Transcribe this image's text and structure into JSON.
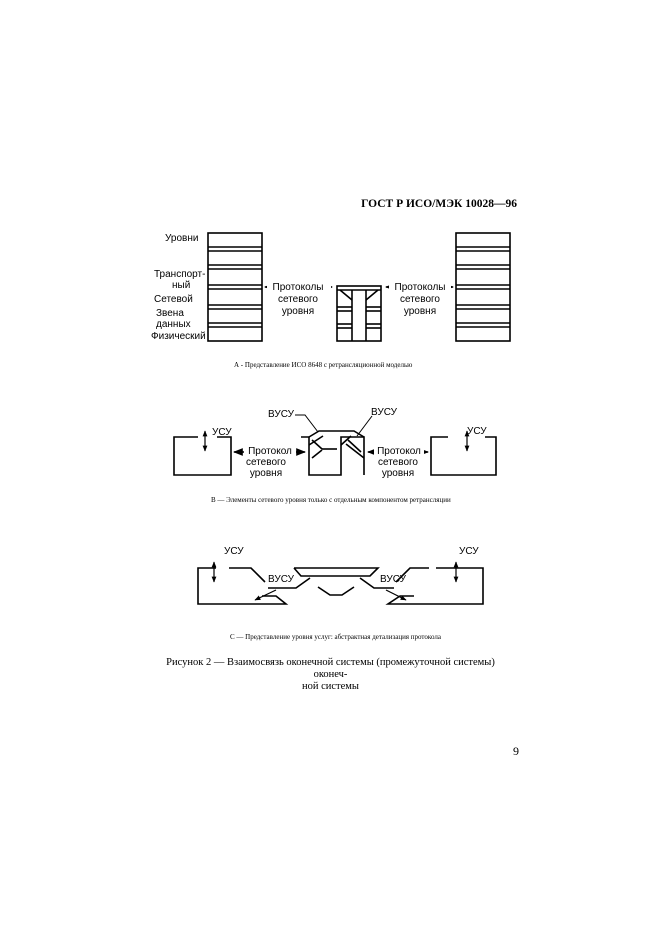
{
  "header": "ГОСТ Р ИСО/МЭК 10028—96",
  "page_number": "9",
  "diagram_a": {
    "levels_title": "Уровни",
    "layers": [
      "Транспорт-",
      "ный",
      "Сетевой",
      "Звена",
      "данных",
      "Физический"
    ],
    "protocols_left": [
      "Протоколы",
      "сетевого",
      "уровня"
    ],
    "protocols_right": [
      "Протоколы",
      "сетевого",
      "уровня"
    ],
    "caption": "А - Представление ИСО 8648 с ретрансляционной моделью"
  },
  "diagram_b": {
    "usu_left": "УСУ",
    "usu_right": "УСУ",
    "vusu_left": "ВУСУ",
    "vusu_right": "ВУСУ",
    "protocol_left": [
      "Протокол",
      "сетевого",
      "уровня"
    ],
    "protocol_right": [
      "Протокол",
      "сетевого",
      "уровня"
    ],
    "caption": "В — Элементы сетевого уровня только с отдельным компонентом ретрансляции"
  },
  "diagram_c": {
    "usu_left": "УСУ",
    "usu_right": "УСУ",
    "vusu_left": "ВУСУ",
    "vusu_right": "ВУСУ",
    "caption": "С — Представление уровня услуг: абстрактная детализация протокола"
  },
  "figure_title": [
    "Рисунок 2 — Взаимосвязь оконечной системы (промежуточной системы) оконеч-",
    "ной системы"
  ]
}
